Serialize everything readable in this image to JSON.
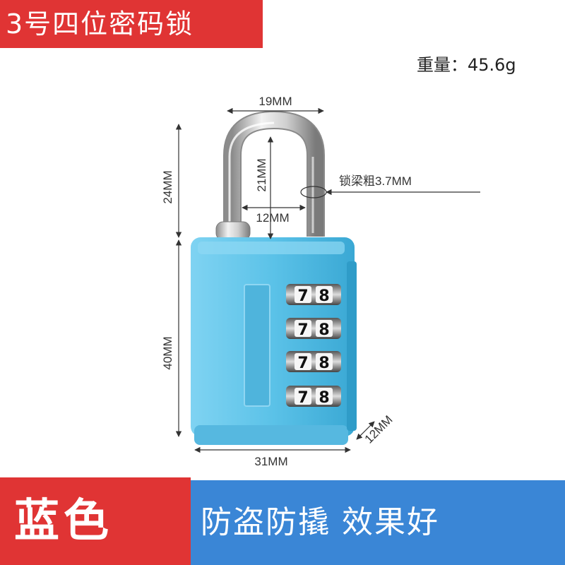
{
  "title": "3号四位密码锁",
  "weight": "重量：45.6g",
  "dimensions": {
    "shackle_width": "19MM",
    "shackle_height": "24MM",
    "inner_height": "21MM",
    "inner_width": "12MM",
    "shackle_diameter": "锁梁粗3.7MM",
    "body_height": "40MM",
    "body_width": "31MM",
    "body_depth": "12MM"
  },
  "dials": [
    {
      "left": "7",
      "right": "8"
    },
    {
      "left": "7",
      "right": "8"
    },
    {
      "left": "7",
      "right": "8"
    },
    {
      "left": "7",
      "right": "8"
    }
  ],
  "color_label": "蓝色",
  "slogan": "防盗防撬 效果好",
  "colors": {
    "banner_red": "#e03434",
    "bar_blue": "#3a86d6",
    "lock_body": "#5bc2e8"
  }
}
